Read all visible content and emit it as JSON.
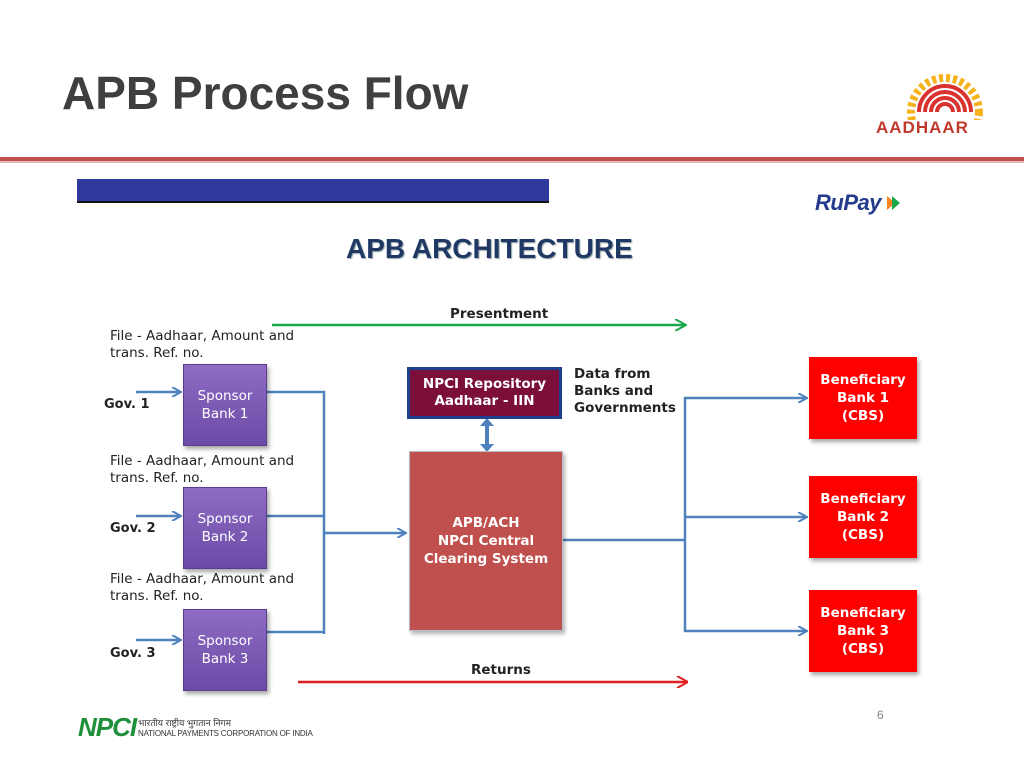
{
  "slide": {
    "title": "APB Process Flow",
    "page_number": "6"
  },
  "logos": {
    "aadhaar": "AADHAAR",
    "rupay": "RuPay",
    "npci": "NPCI",
    "npci_hindi": "भारतीय राष्ट्रीय भुगतान निगम",
    "npci_english": "NATIONAL PAYMENTS CORPORATION OF INDIA"
  },
  "diagram": {
    "title": "APB ARCHITECTURE",
    "presentment_label": "Presentment",
    "returns_label": "Returns",
    "file_note_line1": "File - Aadhaar, Amount and",
    "file_note_line2": "trans. Ref. no.",
    "govs": [
      "Gov. 1",
      "Gov. 2",
      "Gov. 3"
    ],
    "sponsor_line1": "Sponsor",
    "sponsor_banks": [
      "Bank 1",
      "Bank 2",
      "Bank 3"
    ],
    "npci_repo_line1": "NPCI Repository",
    "npci_repo_line2": "Aadhaar - IIN",
    "data_from_lines": [
      "Data from",
      "Banks and",
      "Governments"
    ],
    "central_lines": [
      "APB/ACH",
      "NPCI Central",
      "Clearing System"
    ],
    "beneficiary_line1": "Beneficiary",
    "beneficiary_banks": [
      "Bank 1",
      "Bank 2",
      "Bank 3"
    ],
    "beneficiary_line3": "(CBS)"
  },
  "colors": {
    "title": "#3f3f3f",
    "accent_rule": "#c0504d",
    "sponsor": "#7b5cb5",
    "npci_repo": "#7b0f3a",
    "central": "#c0504d",
    "beneficiary": "#ff0000",
    "presentment_arrow": "#1aa84a",
    "returns_arrow": "#e02020",
    "connector": "#4f81bd"
  }
}
